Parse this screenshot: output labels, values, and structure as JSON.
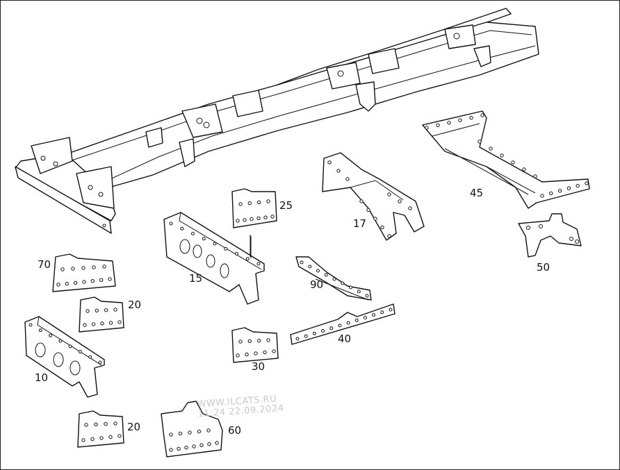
{
  "callouts": {
    "p10": "10",
    "p15": "15",
    "p17": "17",
    "p20a": "20",
    "p20b": "20",
    "p25": "25",
    "p30": "30",
    "p40": "40",
    "p45": "45",
    "p50": "50",
    "p60": "60",
    "p70": "70",
    "p90": "90"
  },
  "watermark": {
    "line1": "WWW.ILCATS.RU",
    "line2": "11:24 22.09.2024"
  },
  "colors": {
    "line": "#111111",
    "background": "#ffffff",
    "watermark": "#c9c9c9"
  }
}
